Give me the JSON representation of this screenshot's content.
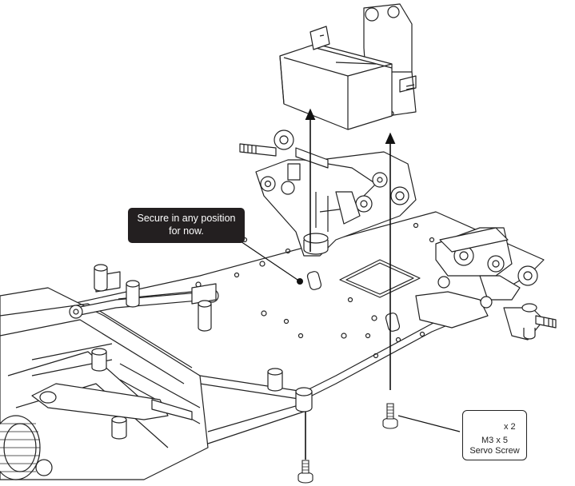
{
  "callout": {
    "line1": "Secure in any position",
    "line2": "for now."
  },
  "parts": {
    "quantity": "x 2",
    "size": "M3 x 5",
    "name": "Servo Screw"
  }
}
